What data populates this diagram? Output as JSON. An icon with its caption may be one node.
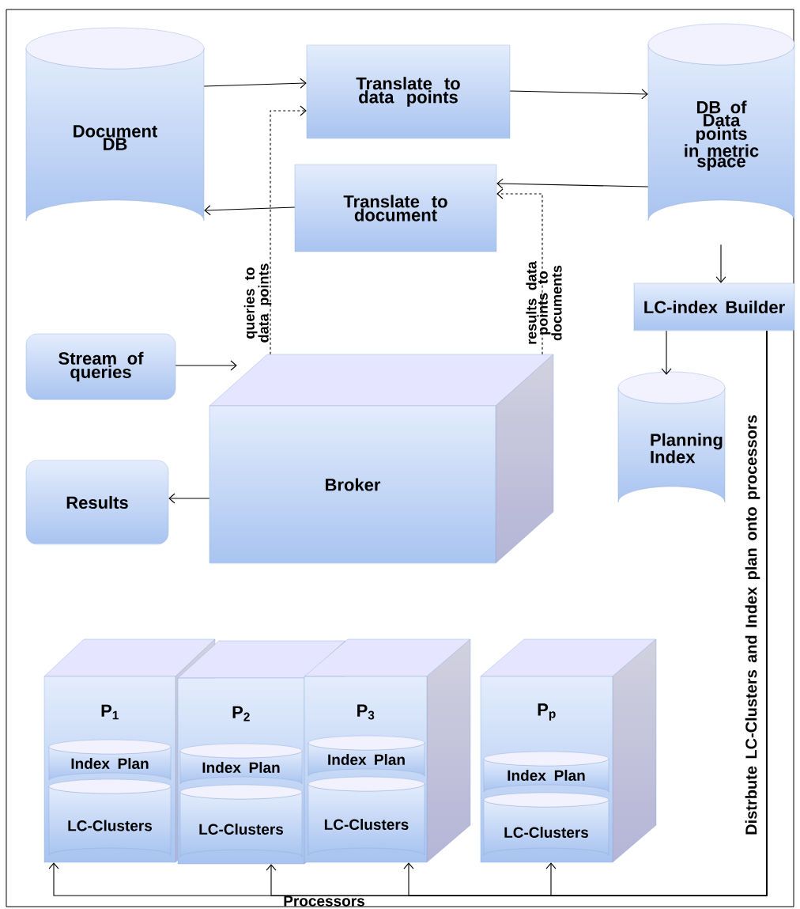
{
  "diagram": {
    "nodes": [
      {
        "text": [
          "Document DB"
        ]
      },
      {
        "text": [
          "Translate to data points"
        ]
      },
      {
        "text": [
          "DB of Data points in metric space"
        ]
      },
      {
        "text": [
          "Translate to document"
        ]
      },
      {
        "text": [
          "LC-index Builder"
        ]
      },
      {
        "text": [
          "Stream of queries"
        ]
      },
      {
        "text": [
          "Broker"
        ]
      },
      {
        "text": [
          "Results"
        ]
      },
      {
        "text": [
          "Planning Index"
        ]
      },
      {
        "text": [
          "P$_{1}$"
        ]
      },
      {
        "text": [
          "Index Plan"
        ],
        "in": 9
      },
      {
        "text": [
          "LC-Clusters"
        ],
        "in": 9
      },
      {
        "text": [
          "P$_{2}$"
        ]
      },
      {
        "text": [
          "Index Plan"
        ],
        "in": 12
      },
      {
        "text": [
          "LC-Clusters"
        ],
        "in": 12
      },
      {
        "text": [
          "P$_{3}$"
        ]
      },
      {
        "text": [
          "Index Plan"
        ],
        "in": 15
      },
      {
        "text": [
          "LC-Clusters"
        ],
        "in": 15
      },
      {
        "text": [
          "P$_{p}$"
        ]
      },
      {
        "text": [
          "Index Plan"
        ],
        "in": 18
      },
      {
        "text": [
          "LC-Clusters"
        ],
        "in": 18
      }
    ],
    "edges": [
      {
        "from": 0,
        "to": 1,
        "arrow": "to"
      },
      {
        "from": 1,
        "to": 2,
        "arrow": "to"
      },
      {
        "from": 2,
        "to": 3,
        "arrow": "to"
      },
      {
        "from": 3,
        "to": 0,
        "arrow": "to"
      },
      {
        "from": 6,
        "to": 1,
        "arrow": "to",
        "style": "dashed",
        "label": "queries to data points"
      },
      {
        "from": 6,
        "to": 3,
        "arrow": "to",
        "style": "dashed",
        "label": "results data points to documents"
      },
      {
        "from": 2,
        "to": 4,
        "arrow": "to"
      },
      {
        "from": 4,
        "to": 8,
        "arrow": "to"
      },
      {
        "from": 5,
        "to": 6,
        "arrow": "to"
      },
      {
        "from": 6,
        "to": 7,
        "arrow": "to"
      },
      {
        "from": 4,
        "to": 9,
        "arrow": "to",
        "label": "Distrbute LC-Clusters and Index plan onto processors"
      },
      {
        "from": 4,
        "to": 12,
        "arrow": "to"
      },
      {
        "from": 4,
        "to": 15,
        "arrow": "to"
      },
      {
        "from": 4,
        "to": 18,
        "arrow": "to"
      }
    ],
    "labels": [
      "Processors"
    ]
  }
}
